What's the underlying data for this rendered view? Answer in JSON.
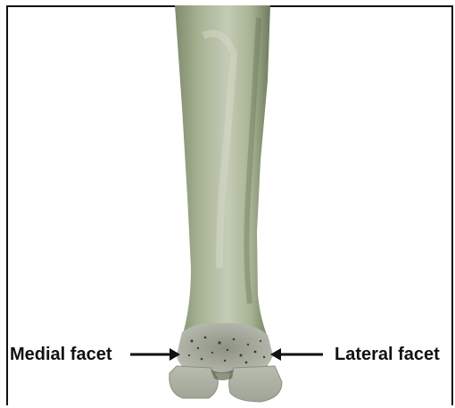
{
  "image": {
    "subject": "bone-distal-end",
    "colors": {
      "background": "#ffffff",
      "bone_light": "#c4ccb6",
      "bone_mid": "#a7b293",
      "bone_dark": "#7f8b6c",
      "bone_shadow": "#5e6a4d",
      "facet_grey": "#b9bcb0",
      "arrow": "#111111",
      "frame": "#111111"
    }
  },
  "labels": {
    "medial": "Medial facet",
    "lateral": "Lateral facet"
  }
}
